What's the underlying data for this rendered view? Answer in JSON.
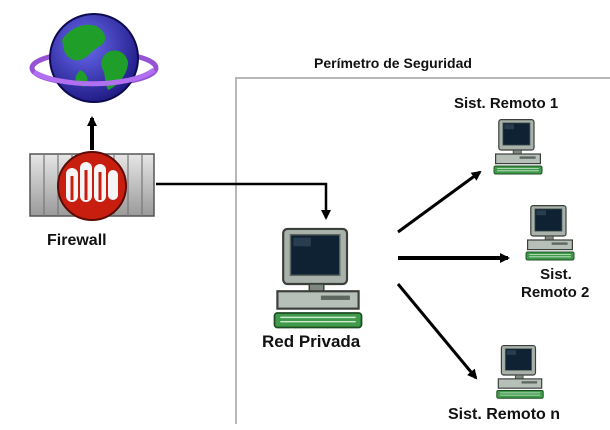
{
  "perimeter": {
    "title": "Perímetro de Seguridad"
  },
  "nodes": {
    "firewall": {
      "label": "Firewall",
      "icon": "firewall-icon"
    },
    "internet": {
      "icon": "globe-icon"
    },
    "private_network": {
      "label": "Red Privada",
      "icon": "computer-icon"
    },
    "remote_1": {
      "label": "Sist. Remoto 1",
      "icon": "computer-icon"
    },
    "remote_2": {
      "label_line1": "Sist.",
      "label_line2": "Remoto 2",
      "icon": "computer-icon"
    },
    "remote_n": {
      "label": "Sist. Remoto n",
      "icon": "computer-icon"
    }
  },
  "colors": {
    "globe_ocean": "#3b2fb0",
    "globe_land": "#1f9e2a",
    "globe_ring": "#8a3fd0",
    "firewall_red": "#c81e10",
    "monitor_body": "#9aa59c",
    "screen": "#0f2233",
    "perimeter_border": "#b8b8b8",
    "arrow": "#000000"
  }
}
